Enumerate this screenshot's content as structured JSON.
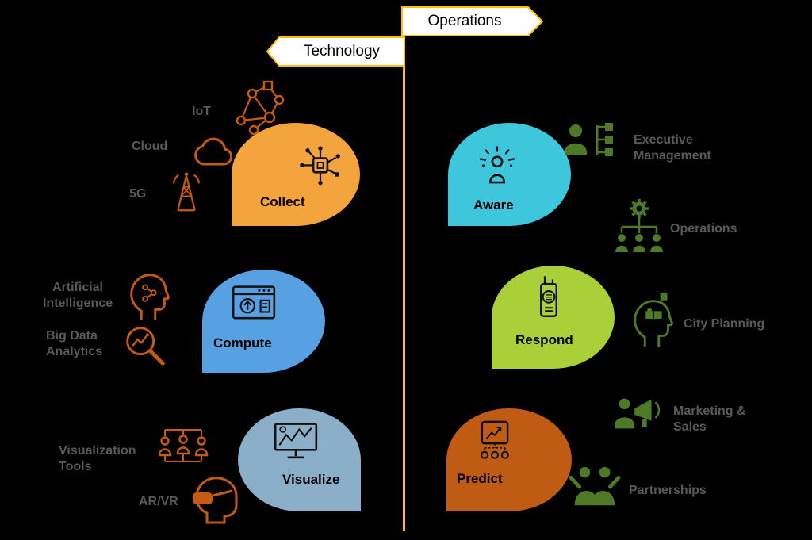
{
  "colors": {
    "background": "#000000",
    "divider": "#FFC000",
    "banner_fill": "#FFFFFF",
    "banner_text": "#000000",
    "label_gray": "#595959",
    "icon_orange": "#C55A11",
    "icon_green": "#4E7A27",
    "icon_black": "#111111",
    "petal_text": "#000000",
    "petal_collect": "#F4A43C",
    "petal_compute": "#57A1E2",
    "petal_visualize": "#8CAFC9",
    "petal_aware": "#3EC7DC",
    "petal_respond": "#A9D038",
    "petal_predict": "#C05B13"
  },
  "banners": {
    "technology": "Technology",
    "operations": "Operations"
  },
  "technology": {
    "petals": [
      {
        "label": "Collect",
        "icon": "chip-network-icon"
      },
      {
        "label": "Compute",
        "icon": "window-upload-icon"
      },
      {
        "label": "Visualize",
        "icon": "monitor-chart-icon"
      }
    ],
    "satellites": [
      {
        "label": "IoT",
        "icon": "iot-network-icon"
      },
      {
        "label": "Cloud",
        "icon": "cloud-icon"
      },
      {
        "label": "5G",
        "icon": "antenna-tower-icon"
      },
      {
        "label": "Artificial Intelligence",
        "icon": "ai-head-icon"
      },
      {
        "label": "Big Data Analytics",
        "icon": "magnifier-chart-icon"
      },
      {
        "label": "Visualization Tools",
        "icon": "people-network-icon"
      },
      {
        "label": "AR/VR",
        "icon": "vr-headset-icon"
      }
    ]
  },
  "operations": {
    "petals": [
      {
        "label": "Aware",
        "icon": "alert-person-icon"
      },
      {
        "label": "Respond",
        "icon": "radio-icon"
      },
      {
        "label": "Predict",
        "icon": "forecast-chart-icon"
      }
    ],
    "satellites": [
      {
        "label": "Executive Management",
        "icon": "executive-icon"
      },
      {
        "label": "Operations",
        "icon": "gear-team-icon"
      },
      {
        "label": "City Planning",
        "icon": "head-puzzle-icon"
      },
      {
        "label": "Marketing & Sales",
        "icon": "megaphone-person-icon"
      },
      {
        "label": "Partnerships",
        "icon": "handshake-people-icon"
      }
    ]
  }
}
